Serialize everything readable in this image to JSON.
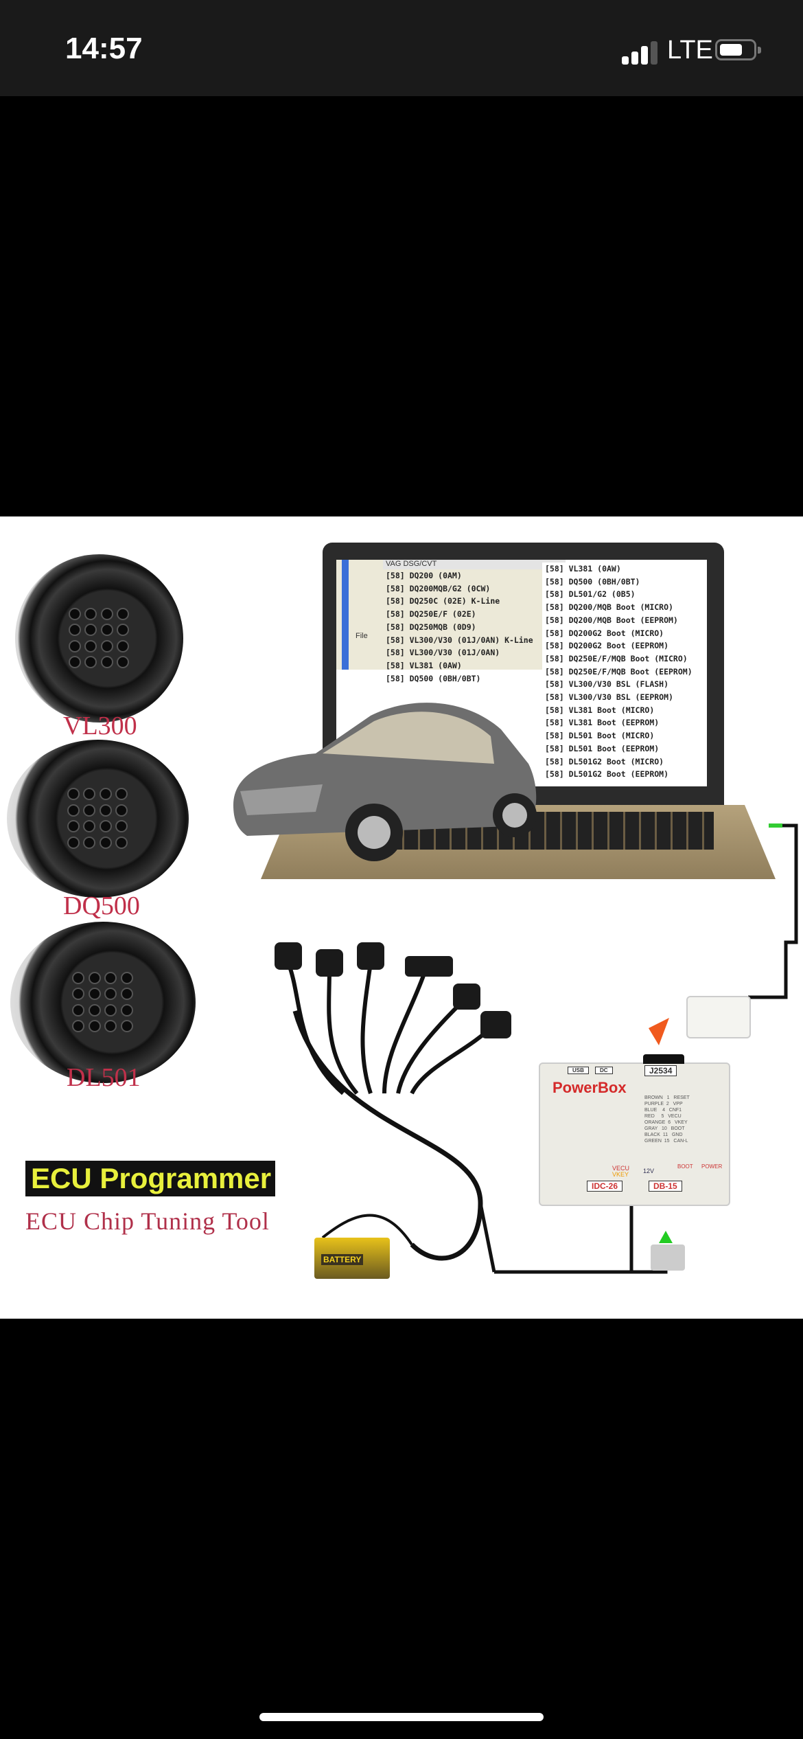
{
  "status_bar": {
    "time": "14:57",
    "network": "LTE",
    "signal_bars": 3,
    "battery_level": 0.6
  },
  "image": {
    "connectors": [
      {
        "label": "VL300"
      },
      {
        "label": "DQ500"
      },
      {
        "label": "DL501"
      }
    ],
    "banner": "ECU Programmer",
    "subtitle": "ECU Chip Tuning Tool",
    "laptop_screen": {
      "window_title": "VAG DSG/CVT",
      "file_label": "File",
      "left_list": [
        "[58] DQ200 (0AM)",
        "[58] DQ200MQB/G2 (0CW)",
        "[58] DQ250C (02E) K-Line",
        "[58] DQ250E/F (02E)",
        "[58] DQ250MQB (0D9)",
        "[58] VL300/V30 (01J/0AN) K-Line",
        "[58] VL300/V30 (01J/0AN)",
        "[58] VL381 (0AW)",
        "[58] DQ500 (0BH/0BT)"
      ],
      "right_list": [
        "[58] VL381 (0AW)",
        "[58] DQ500 (0BH/0BT)",
        "[58] DL501/G2 (0B5)",
        "[58] DQ200/MQB Boot (MICRO)",
        "[58] DQ200/MQB Boot (EEPROM)",
        "[58] DQ200G2 Boot (MICRO)",
        "[58] DQ200G2 Boot (EEPROM)",
        "[58] DQ250E/F/MQB Boot (MICRO)",
        "[58] DQ250E/F/MQB Boot (EEPROM)",
        "[58] VL300/V30 BSL (FLASH)",
        "[58] VL300/V30 BSL (EEPROM)",
        "[58] VL381 Boot (MICRO)",
        "[58] VL381 Boot (EEPROM)",
        "[58] DL501 Boot (MICRO)",
        "[58] DL501 Boot (EEPROM)",
        "[58] DL501G2 Boot (MICRO)",
        "[58] DL501G2 Boot (EEPROM)"
      ]
    },
    "powerbox": {
      "title": "PowerBox",
      "ports": {
        "usb": "USB",
        "dc": "DC",
        "j2534": "J2534",
        "idc": "IDC-26",
        "db": "DB-15"
      },
      "pinout": "BROWN   1   RESET\nPURPLE  2   VPP\nBLUE    4   CNF1\nRED     5   VECU\nORANGE  6   VKEY\nGRAY   10   BOOT\nBLACK  11   GND\nGREEN  15   CAN-L",
      "leds": {
        "vecu": "VECU",
        "vkey": "VKEY",
        "v12": "12V",
        "boot": "BOOT",
        "power": "POWER"
      }
    },
    "battery_label": "BATTERY"
  }
}
